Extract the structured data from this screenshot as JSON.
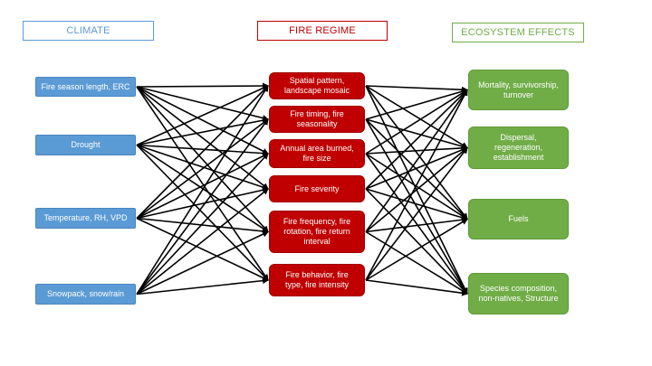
{
  "headers": {
    "climate": {
      "label": "CLIMATE",
      "color": "#5b9bd5"
    },
    "fire_regime": {
      "label": "FIRE REGIME",
      "color": "#c00000"
    },
    "ecosystem_effects": {
      "label": "ECOSYSTEM EFFECTS",
      "color": "#70ad47"
    }
  },
  "climate_drivers": [
    "Fire season length, ERC",
    "Drought",
    "Temperature, RH, VPD",
    "Snowpack, snow/rain"
  ],
  "fire_regime_attributes": [
    "Spatial pattern,\nlandscape mosaic",
    "Fire timing, fire\nseasonality",
    "Annual area burned,\nfire size",
    "Fire severity",
    "Fire frequency, fire\nrotation, fire return\ninterval",
    "Fire behavior, fire\ntype, fire intensity"
  ],
  "ecosystem_effects": [
    "Mortality, survivorship,\nturnover",
    "Dispersal,\nregeneration,\nestablishment",
    "Fuels",
    "Species composition,\nnon-natives, Structure"
  ],
  "connections": {
    "climate_to_fire": "all-to-all",
    "fire_to_ecosystem": "all-to-all"
  }
}
